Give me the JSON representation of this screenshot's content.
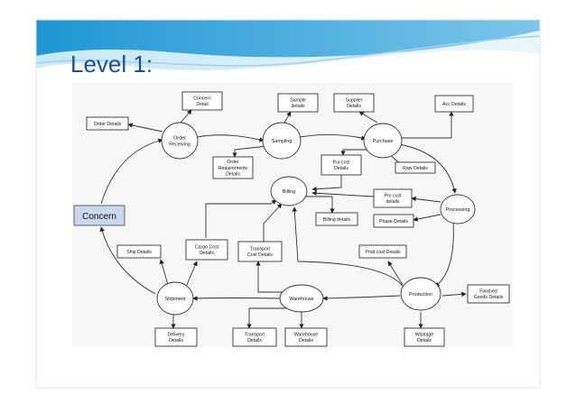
{
  "slide": {
    "title": "Level 1:",
    "colors": {
      "title": "#1f4e9a",
      "accent": "#1e96d2"
    }
  },
  "diagram": {
    "external_entity": "Concern",
    "processes": {
      "order_receiving": [
        "Order",
        "Receiving"
      ],
      "sampling": [
        "Sampling"
      ],
      "purchase": [
        "Purchase"
      ],
      "billing": [
        "Billing"
      ],
      "processing": [
        "Processing"
      ],
      "shipment": [
        "Shipment"
      ],
      "warehouse": [
        "Warehouse"
      ],
      "production": [
        "Production"
      ]
    },
    "stores": {
      "order_details": [
        "Order Details"
      ],
      "concern_detail": [
        "Concern",
        "Detail"
      ],
      "sample_details": [
        "Sample",
        "details"
      ],
      "supplier_details": [
        "Supplier",
        "Details"
      ],
      "acc_details": [
        "Acc Details"
      ],
      "order_requirements": [
        "Order",
        "Requirements",
        "Details"
      ],
      "pur_cost": [
        "Pur cost",
        "Details"
      ],
      "raw_details": [
        "Raw Details"
      ],
      "pro_cost": [
        "Pro cost",
        "details"
      ],
      "billing_details": [
        "Billing details"
      ],
      "phase_details": [
        "Phase Details"
      ],
      "ship_details": [
        "Ship Details"
      ],
      "cargo_cost": [
        "Cargo Cost",
        "Details"
      ],
      "transport_cost": [
        "Transport",
        "Cost Details"
      ],
      "prod_cost": [
        "Prod cost Details"
      ],
      "finished_goods": [
        "Finished",
        "Goods Details"
      ],
      "delivery_details": [
        "Delivery",
        "Details"
      ],
      "transport_details": [
        "Transport",
        "Details"
      ],
      "warehouse_details": [
        "Warehouse",
        "Details"
      ],
      "wastage_details": [
        "Wastage",
        "Details"
      ]
    }
  }
}
